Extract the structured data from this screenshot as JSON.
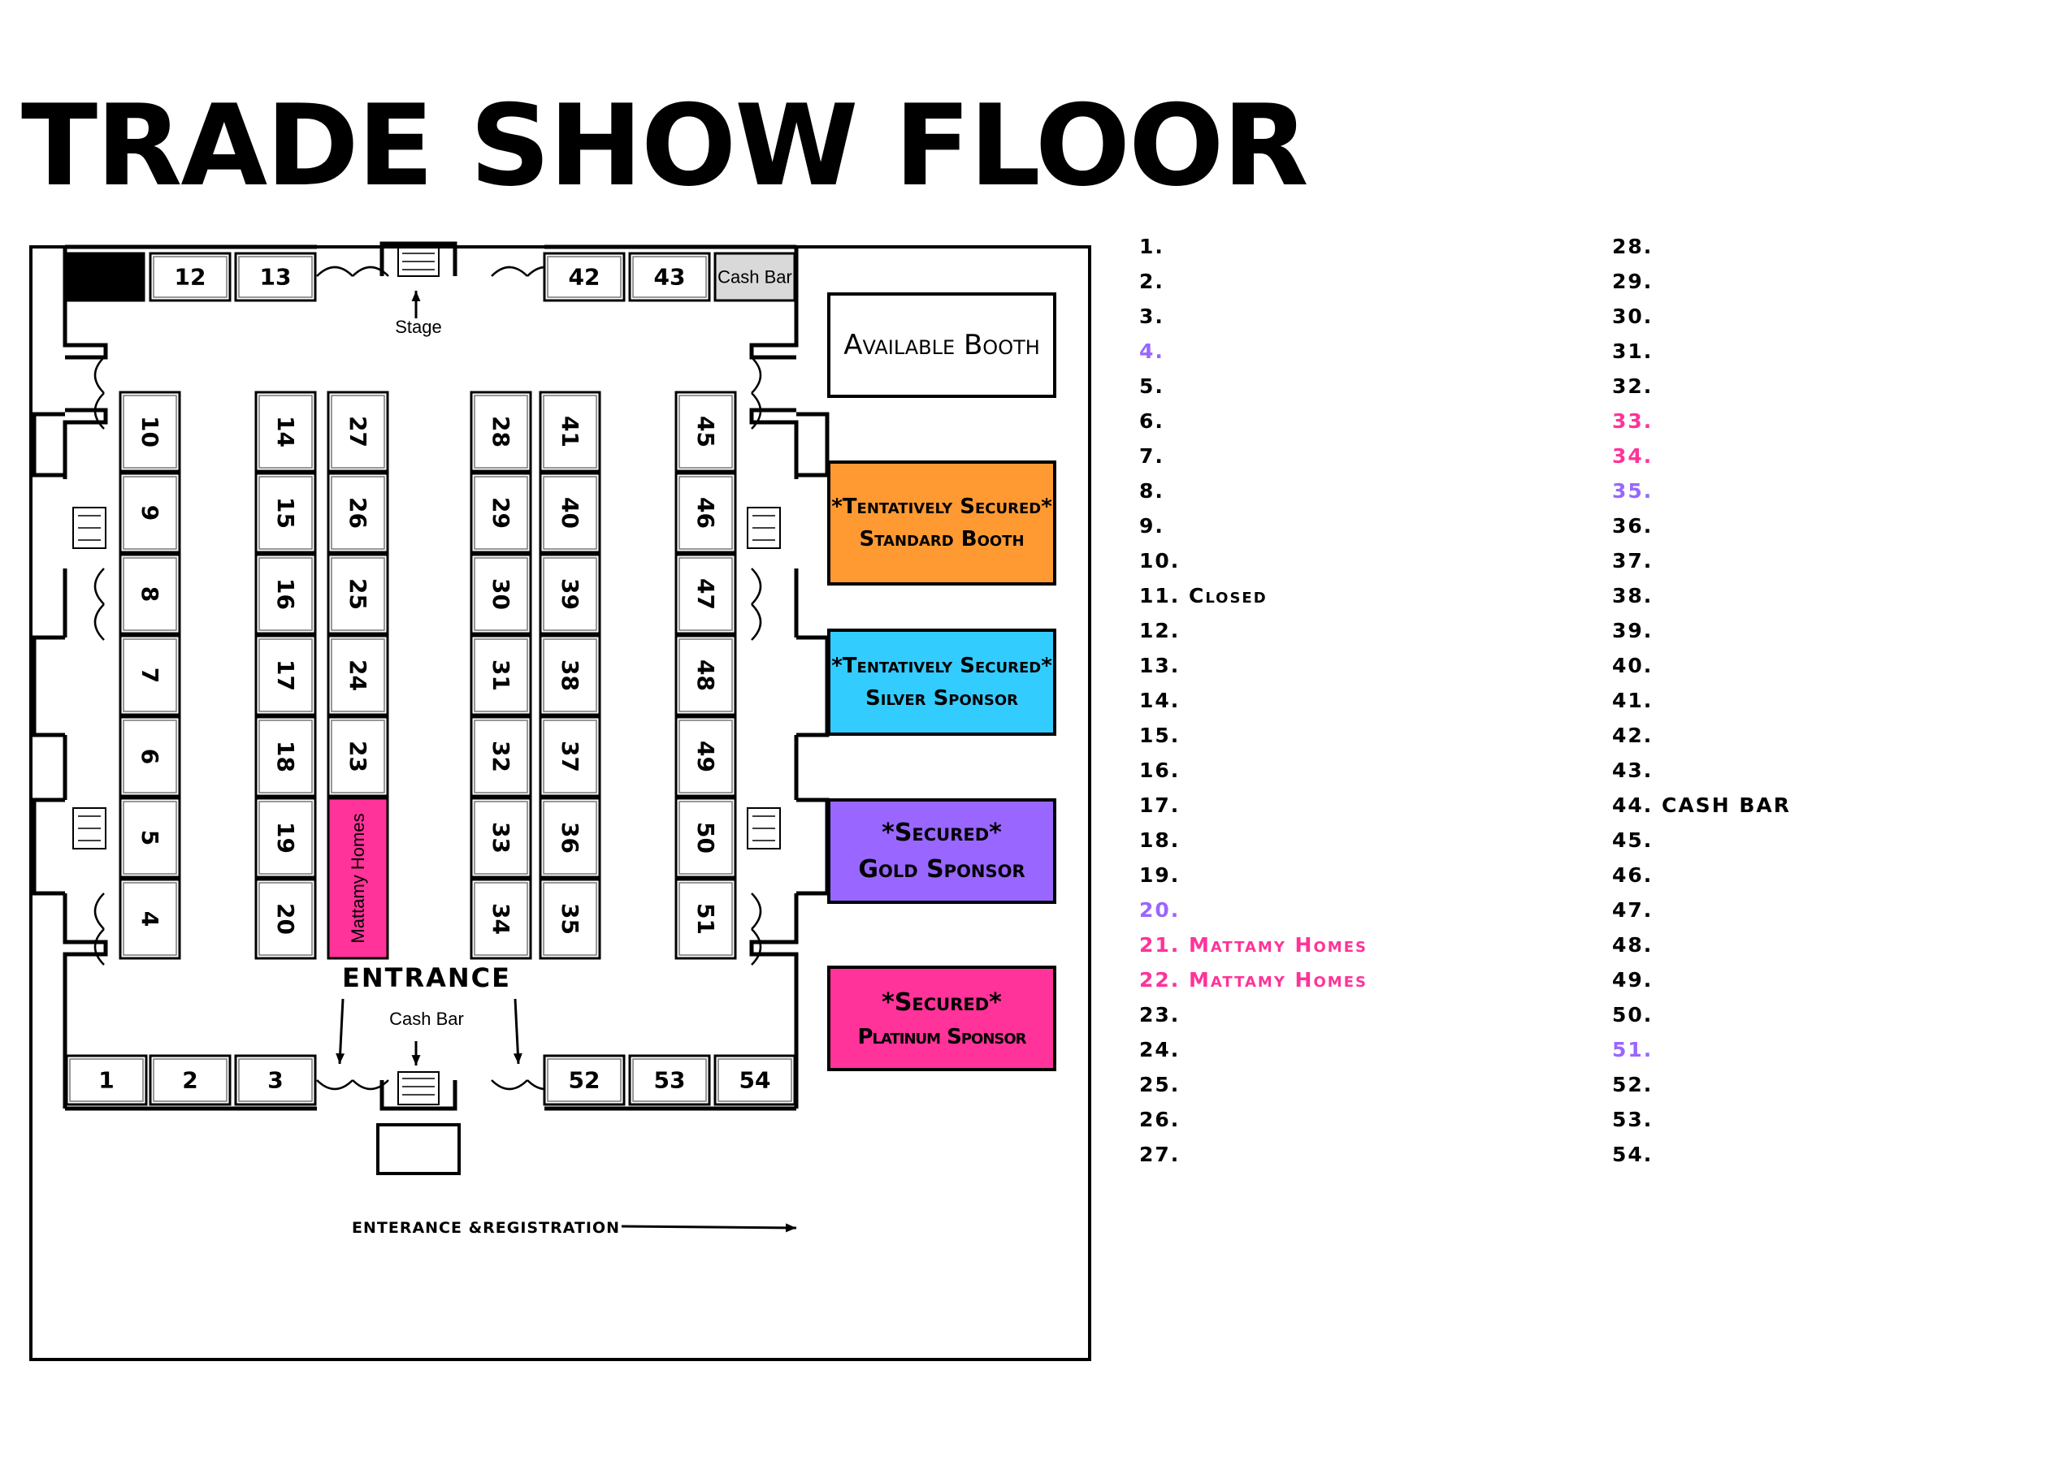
{
  "title": "TRADE SHOW FLOOR",
  "colors": {
    "available": "#ffffff",
    "standard": "#ff9a33",
    "silver": "#33ccff",
    "gold": "#9966ff",
    "platinum": "#ff3399",
    "closed": "#000000",
    "cash_bar": "#d9d9d9"
  },
  "floor": {
    "stage_label": "Stage",
    "entrance_label": "ENTRANCE",
    "cash_bar_label": "Cash Bar",
    "registration_label": "ENTERANCE &REGISTRATION",
    "mattamy_label": "Mattamy Homes",
    "top_booths": [
      "12",
      "13",
      "42",
      "43"
    ],
    "top_cash_bar": "Cash Bar",
    "bottom_booths": [
      "1",
      "2",
      "3",
      "52",
      "53",
      "54"
    ],
    "column_a": [
      "10",
      "9",
      "8",
      "7",
      "6",
      "5",
      "4"
    ],
    "column_b": [
      "14",
      "15",
      "16",
      "17",
      "18",
      "19",
      "20"
    ],
    "column_c": [
      "27",
      "26",
      "25",
      "24",
      "23"
    ],
    "column_d": [
      "28",
      "29",
      "30",
      "31",
      "32",
      "33",
      "34"
    ],
    "column_e": [
      "41",
      "40",
      "39",
      "38",
      "37",
      "36",
      "35"
    ],
    "column_f": [
      "45",
      "46",
      "47",
      "48",
      "49",
      "50",
      "51"
    ]
  },
  "legend": {
    "available": "Available Booth",
    "standard_line1": "*Tentatively Secured*",
    "standard_line2": "Standard Booth",
    "silver_line1": "*Tentatively Secured*",
    "silver_line2": "Silver Sponsor",
    "gold_line1": "*Secured*",
    "gold_line2": "Gold Sponsor",
    "platinum_line1": "*Secured*",
    "platinum_line2": "Platinum Sponsor"
  },
  "booth_list": [
    {
      "label": "1.",
      "color": "#000000"
    },
    {
      "label": "2.",
      "color": "#000000"
    },
    {
      "label": "3.",
      "color": "#000000"
    },
    {
      "label": "4.",
      "color": "#9966ff"
    },
    {
      "label": "5.",
      "color": "#000000"
    },
    {
      "label": "6.",
      "color": "#000000"
    },
    {
      "label": "7.",
      "color": "#000000"
    },
    {
      "label": "8.",
      "color": "#000000"
    },
    {
      "label": "9.",
      "color": "#000000"
    },
    {
      "label": "10.",
      "color": "#000000"
    },
    {
      "label": "11. Closed",
      "color": "#000000"
    },
    {
      "label": "12.",
      "color": "#000000"
    },
    {
      "label": "13.",
      "color": "#000000"
    },
    {
      "label": "14.",
      "color": "#000000"
    },
    {
      "label": "15.",
      "color": "#000000"
    },
    {
      "label": "16.",
      "color": "#000000"
    },
    {
      "label": "17.",
      "color": "#000000"
    },
    {
      "label": "18.",
      "color": "#000000"
    },
    {
      "label": "19.",
      "color": "#000000"
    },
    {
      "label": "20.",
      "color": "#9966ff"
    },
    {
      "label": "21. Mattamy Homes",
      "color": "#ff3399"
    },
    {
      "label": "22. Mattamy Homes",
      "color": "#ff3399"
    },
    {
      "label": "23.",
      "color": "#000000"
    },
    {
      "label": "24.",
      "color": "#000000"
    },
    {
      "label": "25.",
      "color": "#000000"
    },
    {
      "label": "26.",
      "color": "#000000"
    },
    {
      "label": "27.",
      "color": "#000000"
    },
    {
      "label": "28.",
      "color": "#000000"
    },
    {
      "label": "29.",
      "color": "#000000"
    },
    {
      "label": "30.",
      "color": "#000000"
    },
    {
      "label": "31.",
      "color": "#000000"
    },
    {
      "label": "32.",
      "color": "#000000"
    },
    {
      "label": "33.",
      "color": "#ff3399"
    },
    {
      "label": "34.",
      "color": "#ff3399"
    },
    {
      "label": "35.",
      "color": "#9966ff"
    },
    {
      "label": "36.",
      "color": "#000000"
    },
    {
      "label": "37.",
      "color": "#000000"
    },
    {
      "label": "38.",
      "color": "#000000"
    },
    {
      "label": "39.",
      "color": "#000000"
    },
    {
      "label": "40.",
      "color": "#000000"
    },
    {
      "label": "41.",
      "color": "#000000"
    },
    {
      "label": "42.",
      "color": "#000000"
    },
    {
      "label": "43.",
      "color": "#000000"
    },
    {
      "label": "44.  CASH BAR",
      "color": "#000000"
    },
    {
      "label": "45.",
      "color": "#000000"
    },
    {
      "label": "46.",
      "color": "#000000"
    },
    {
      "label": "47.",
      "color": "#000000"
    },
    {
      "label": "48.",
      "color": "#000000"
    },
    {
      "label": "49.",
      "color": "#000000"
    },
    {
      "label": "50.",
      "color": "#000000"
    },
    {
      "label": "51.",
      "color": "#9966ff"
    },
    {
      "label": "52.",
      "color": "#000000"
    },
    {
      "label": "53.",
      "color": "#000000"
    },
    {
      "label": "54.",
      "color": "#000000"
    }
  ]
}
